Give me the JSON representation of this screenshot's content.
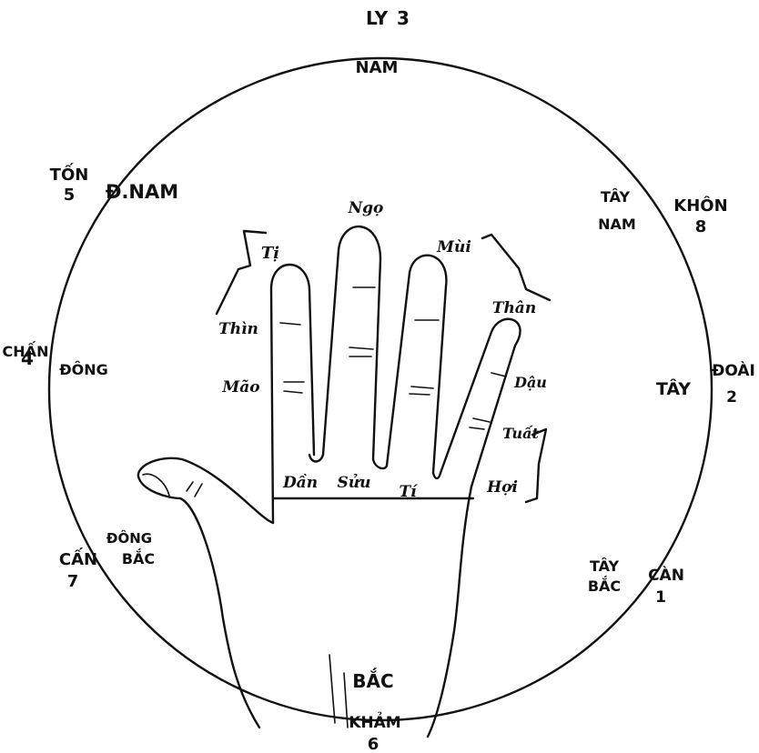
{
  "trigrams": {
    "ly": {
      "name": "LY",
      "num": "3"
    },
    "khon": {
      "name": "KHÔN",
      "num": "8"
    },
    "doai": {
      "name": "ĐOÀI",
      "num": "2"
    },
    "can_nw": {
      "name": "CÀN",
      "num": "1"
    },
    "kham": {
      "name": "KHẢM",
      "num": "6"
    },
    "can_ne": {
      "name": "CẤN",
      "num": "7"
    },
    "chan": {
      "name": "CHẤN",
      "num": "4"
    },
    "ton": {
      "name": "TỐN",
      "num": "5"
    }
  },
  "directions": {
    "nam": "NAM",
    "tay_nam_1": "TÂY",
    "tay_nam_2": "NAM",
    "tay": "TÂY",
    "tay_bac_1": "TÂY",
    "tay_bac_2": "BẮC",
    "bac": "BẮC",
    "dong_bac_1": "ĐÔNG",
    "dong_bac_2": "BẮC",
    "dong": "ĐÔNG",
    "dong_nam": "Đ.NAM"
  },
  "branches": {
    "ngo": "Ngọ",
    "mui": "Mùi",
    "than": "Thân",
    "dau": "Dậu",
    "tuat": "Tuất",
    "hoi": "Hợi",
    "ti_hoi": "Tí",
    "suu": "Sửu",
    "dan": "Dần",
    "mao": "Mão",
    "thin": "Thìn",
    "ti_ran": "Tị"
  }
}
